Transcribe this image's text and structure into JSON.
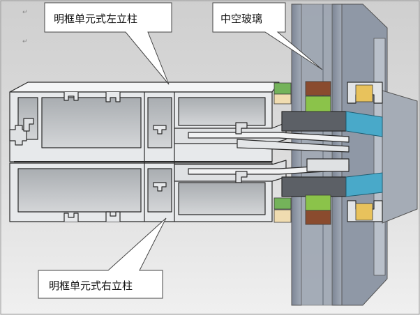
{
  "labels": {
    "left_mullion": "明框单元式左立柱",
    "insulating_glass": "中空玻璃",
    "right_mullion": "明框单元式右立柱"
  },
  "paragraph_mark": "↵",
  "colors": {
    "background_top": "#c8c8c8",
    "background_bottom": "#eeeeee",
    "aluminum_face": "#e6e8ea",
    "aluminum_edge": "#2a2a2a",
    "glass": "#8d96a4",
    "glass_dark": "#6f7886",
    "glass_spacer_blue": "#49a9c9",
    "gasket_green": "#8bc34a",
    "gasket_brown": "#8a4b2e",
    "gasket_cream": "#f0dcb0",
    "gasket_yellow": "#e8c25c"
  }
}
